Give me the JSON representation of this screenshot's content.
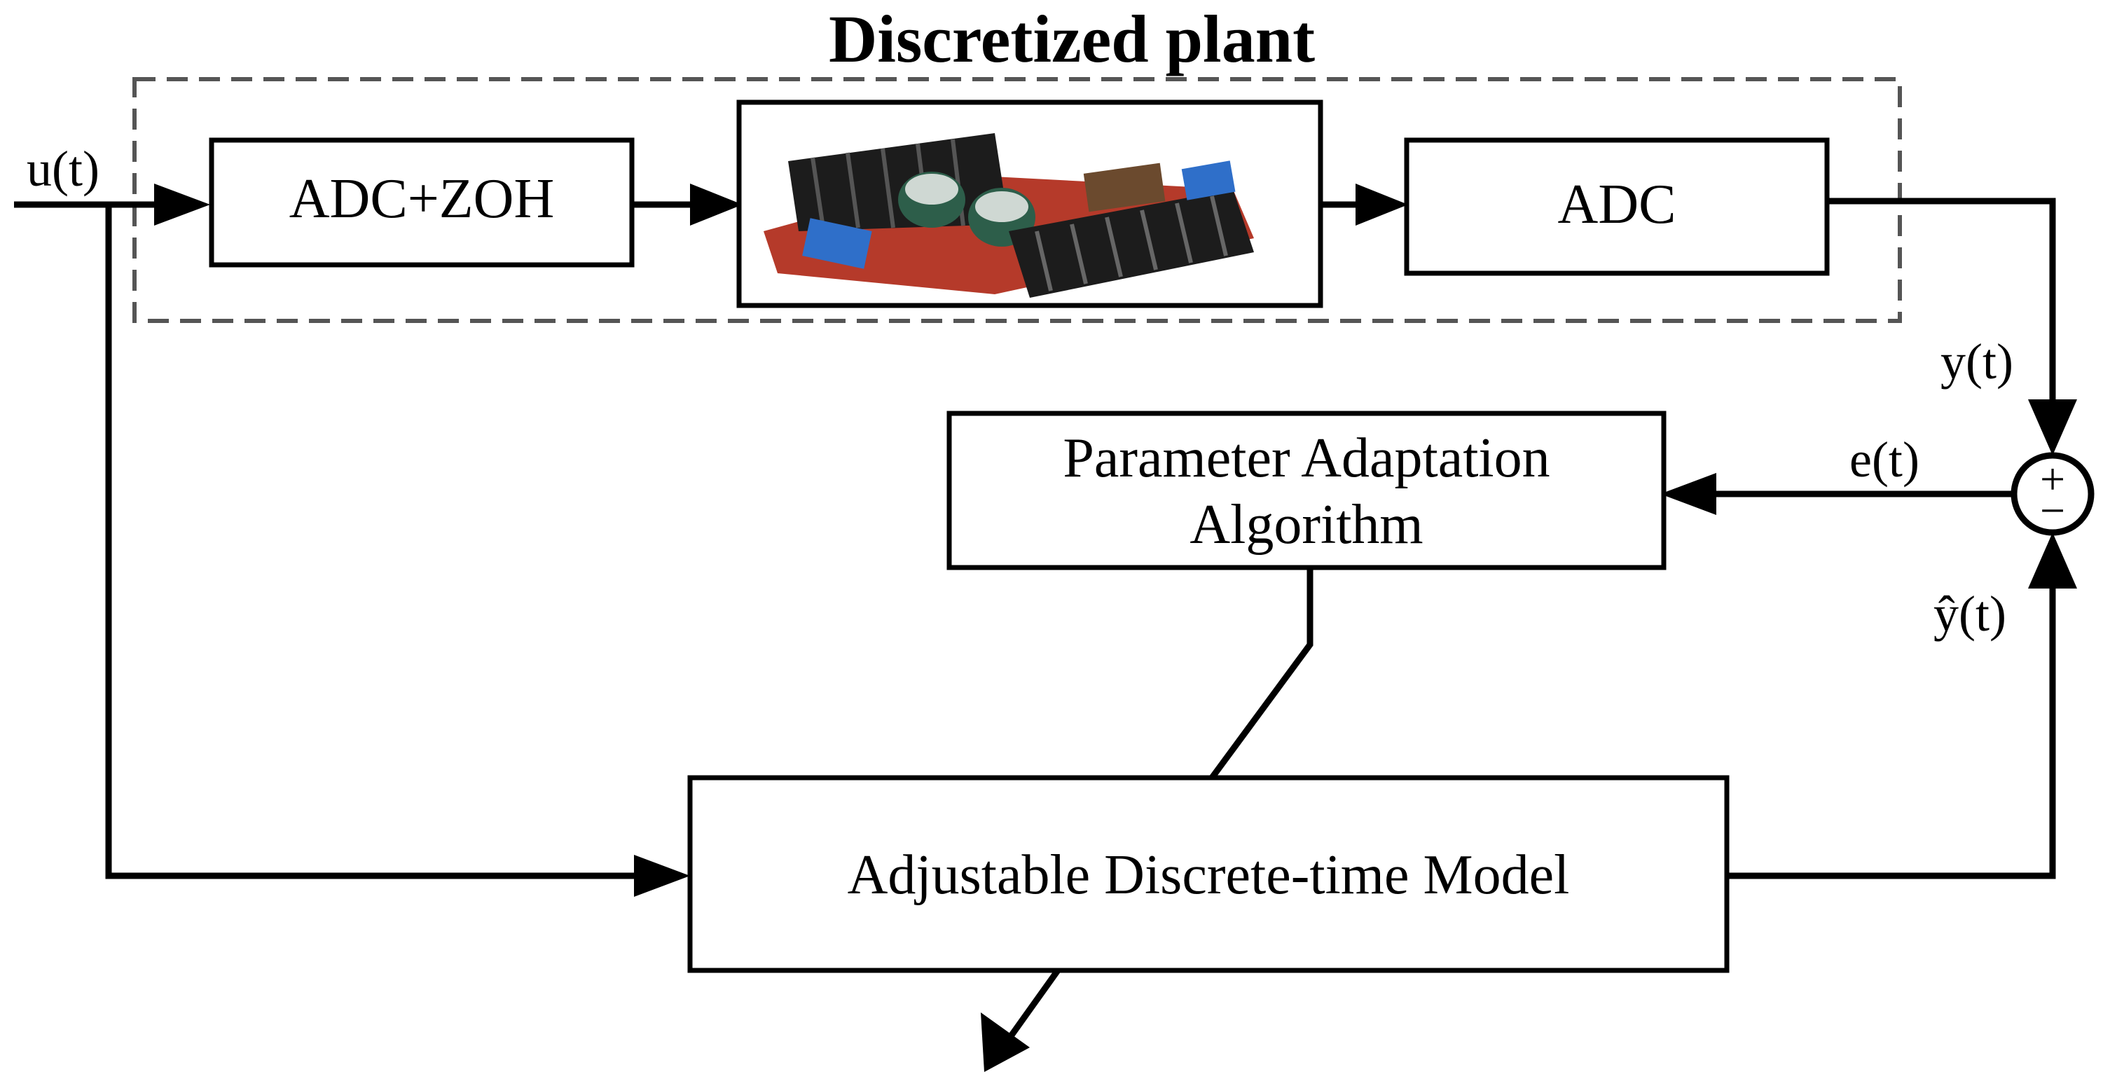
{
  "title": "Discretized plant",
  "blocks": {
    "adc_zoh": "ADC+ZOH",
    "adc": "ADC",
    "paa_line1": "Parameter Adaptation",
    "paa_line2": "Algorithm",
    "model": "Adjustable Discrete-time Model"
  },
  "signals": {
    "input": "u(t)",
    "output": "y(t)",
    "error": "e(t)",
    "estimate": "ŷ(t)"
  },
  "summing_junction": {
    "plus": "+",
    "minus": "−"
  },
  "plant_image": {
    "icon": "dc-dc-converter-board-photo",
    "colors": {
      "heatsink": "#1c1c1c",
      "board": "#b53a2a",
      "terminal": "#2f6fc9",
      "capacitor": "#2d5e4a"
    }
  }
}
